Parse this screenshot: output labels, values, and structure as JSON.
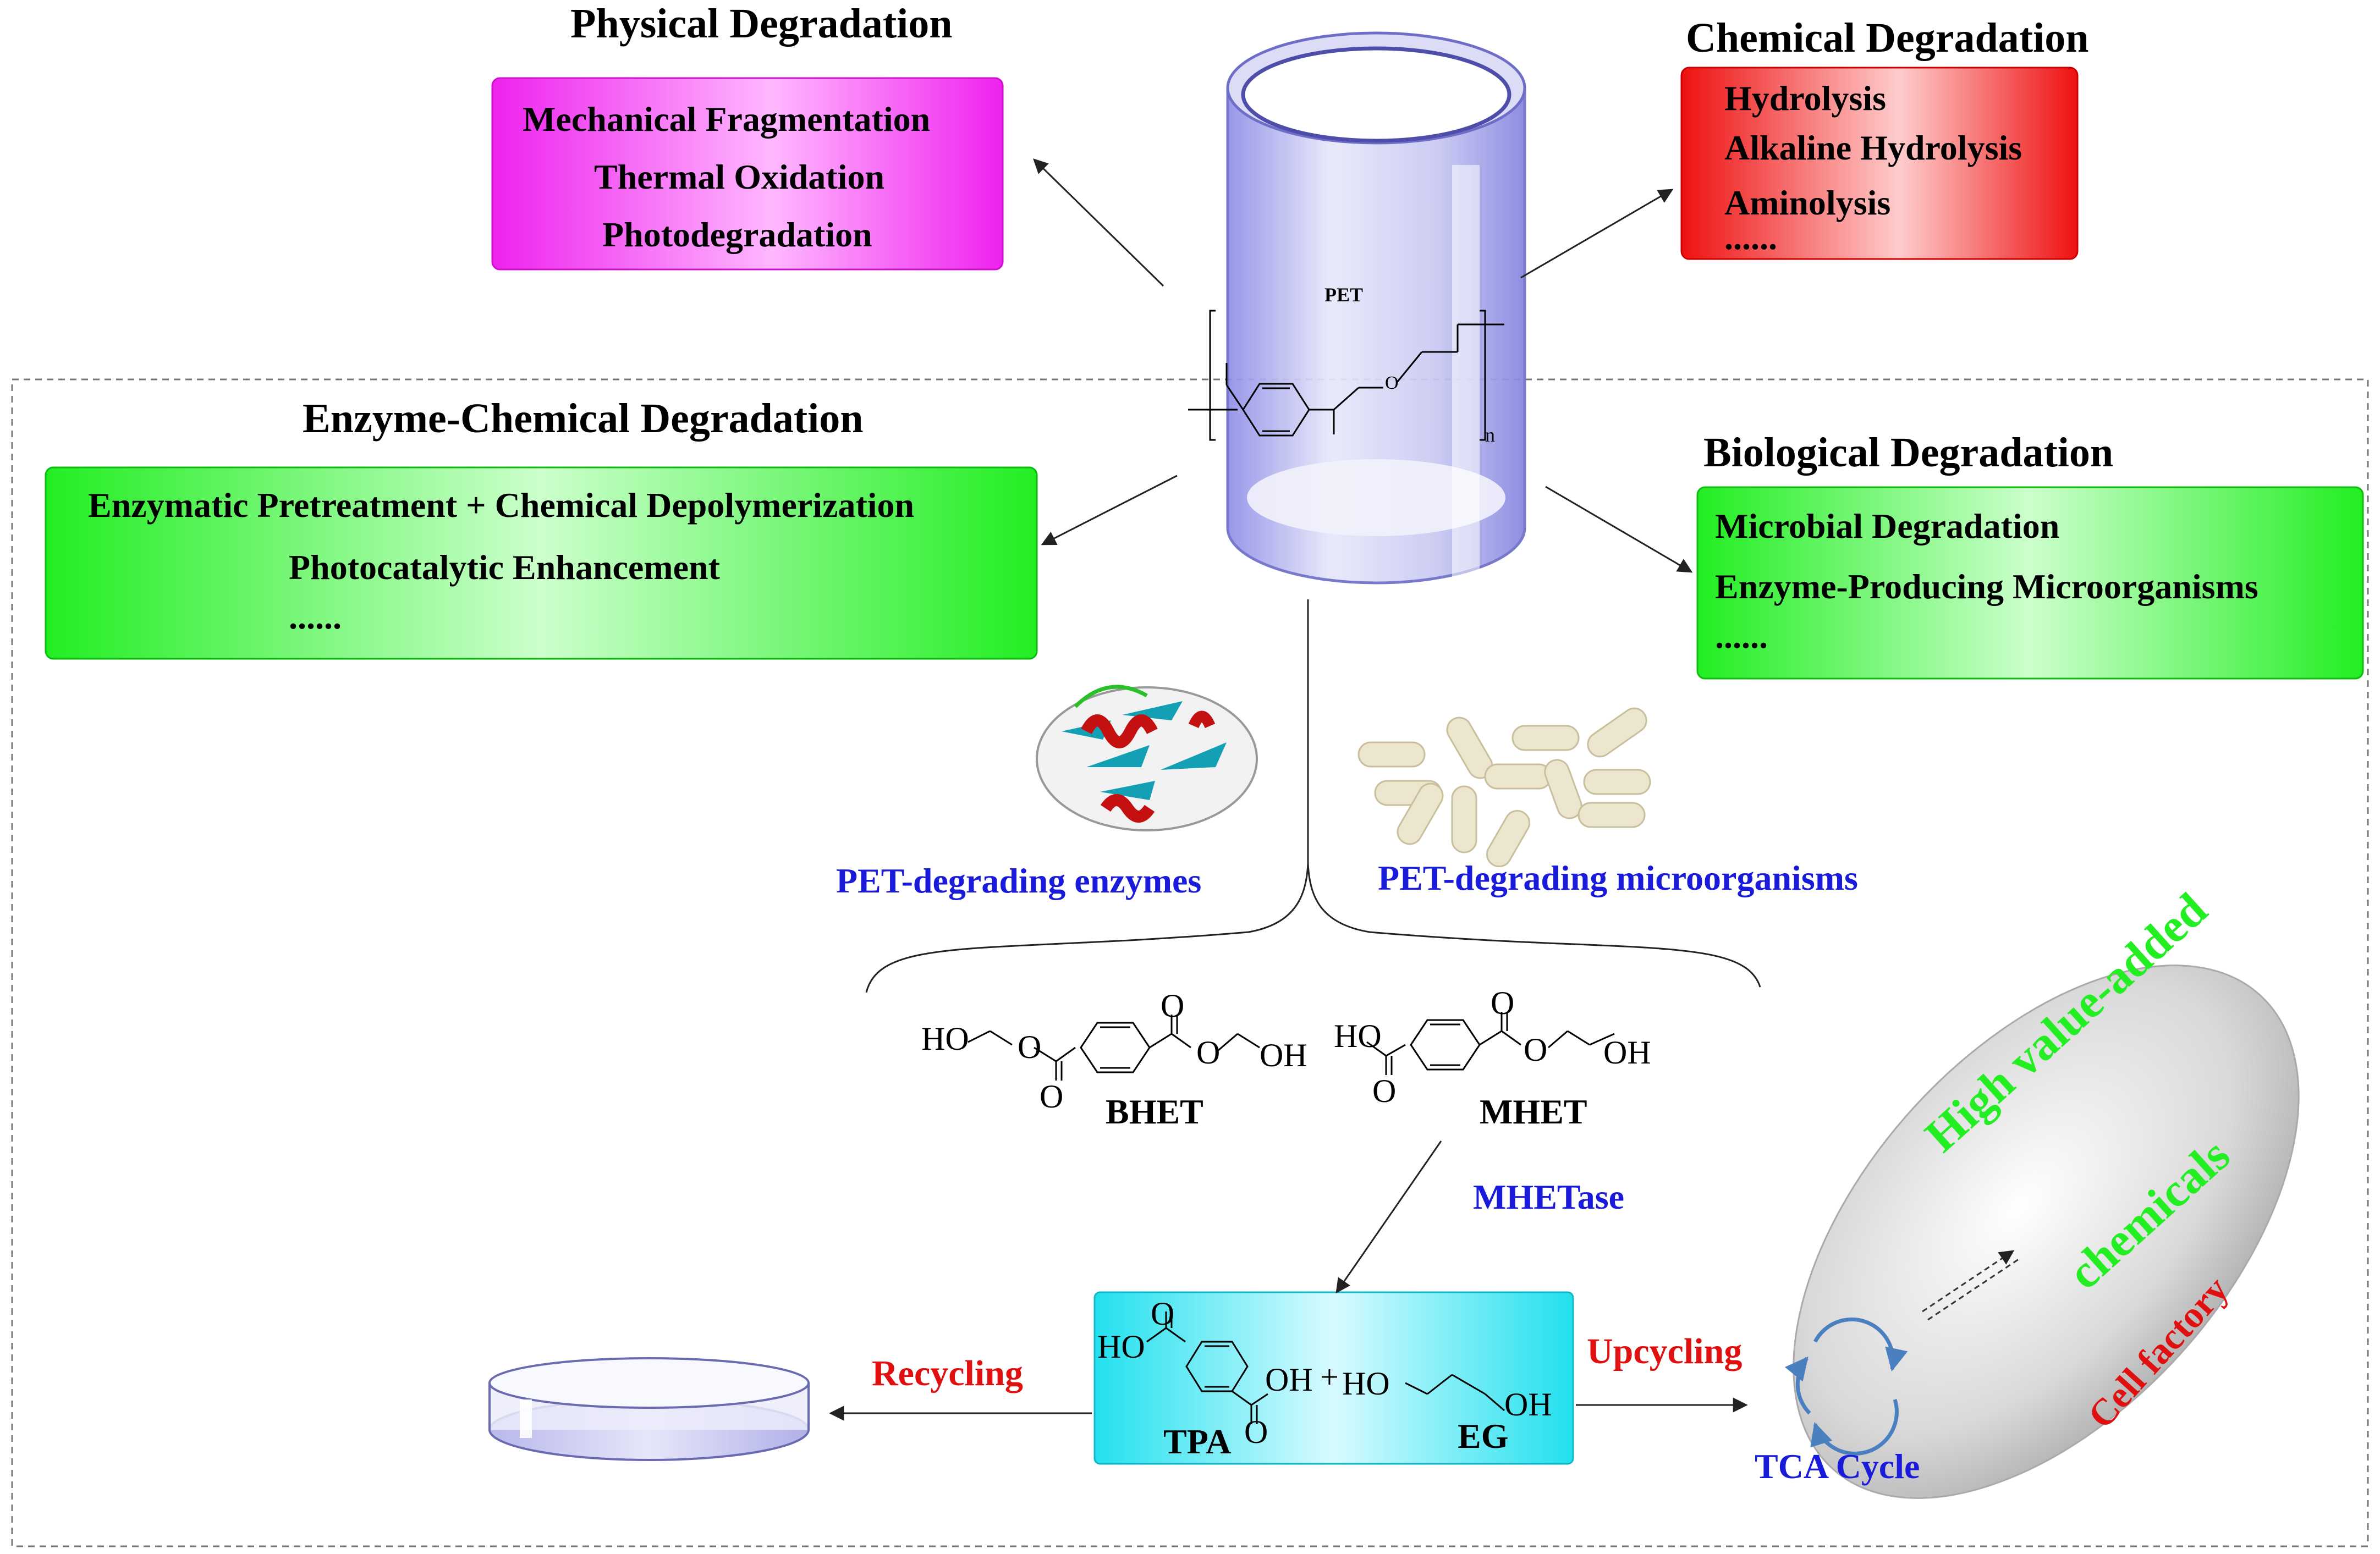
{
  "physical": {
    "title": "Physical Degradation",
    "items": [
      "Mechanical Fragmentation",
      "Thermal Oxidation",
      "Photodegradation"
    ]
  },
  "chemical": {
    "title": "Chemical Degradation",
    "items": [
      "Hydrolysis",
      "Alkaline Hydrolysis",
      "Aminolysis",
      "......"
    ]
  },
  "enzyme_chemical": {
    "title": "Enzyme-Chemical Degradation",
    "items": [
      "Enzymatic Pretreatment + Chemical Depolymerization",
      "Photocatalytic Enhancement",
      "......"
    ]
  },
  "biological": {
    "title": "Biological Degradation",
    "items": [
      "Microbial Degradation",
      "Enzyme-Producing Microorganisms",
      "......"
    ]
  },
  "pet": {
    "label": "PET",
    "repeat_unit": "n",
    "atom_o": "O"
  },
  "labels": {
    "enzymes": "PET-degrading enzymes",
    "microbes": "PET-degrading microorganisms",
    "mhetase": "MHETase",
    "recycling": "Recycling",
    "upcycling": "Upcycling",
    "tca": "TCA Cycle",
    "cell_factory": "Cell factory",
    "high_value_1": "High value-added",
    "high_value_2": "chemicals"
  },
  "molecules": {
    "bhet": "BHET",
    "mhet": "MHET",
    "tpa": "TPA",
    "eg": "EG",
    "ho": "HO",
    "oh": "OH",
    "o": "O",
    "plus": "+"
  },
  "colors": {
    "physical_box": "#ee22ee",
    "chemical_box": "#ee1111",
    "green_box": "#22ee22",
    "cyan_box": "#22e0ee",
    "blue_text": "#1a1adb",
    "red_text": "#e01010",
    "green_text": "#22ee22"
  }
}
